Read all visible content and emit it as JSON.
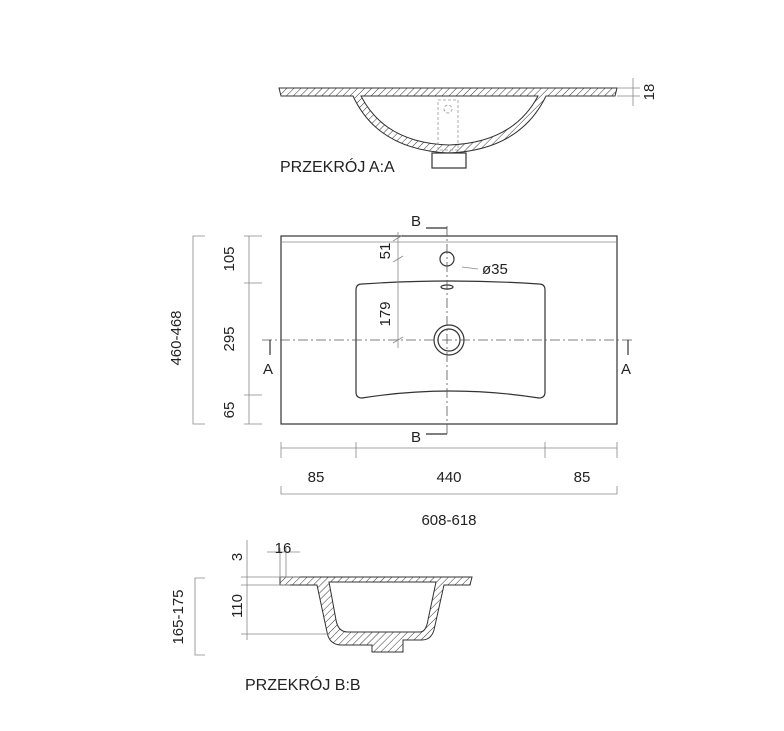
{
  "section_aa": {
    "label": "PRZEKRÓJ A:A",
    "thickness": "18"
  },
  "plan": {
    "section_b_top": "B",
    "section_b_bottom": "B",
    "section_a_left": "A",
    "section_a_right": "A",
    "overflow_offset": "51",
    "overflow_diameter": "ø35",
    "drain_offset": "179",
    "depth_front": "105",
    "depth_bowl": "295",
    "depth_back": "65",
    "depth_total": "460-468",
    "width_left": "85",
    "width_bowl": "440",
    "width_right": "85",
    "width_total": "608-618"
  },
  "section_bb": {
    "label": "PRZEKRÓJ B:B",
    "flange": "16",
    "lip": "3",
    "bowl_depth": "110",
    "height_total": "165-175"
  }
}
